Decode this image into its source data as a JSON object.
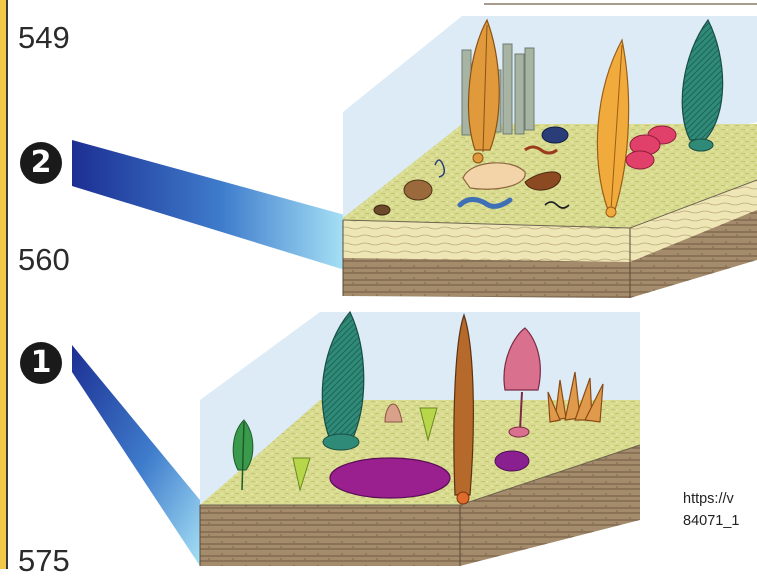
{
  "timeline": {
    "ages": [
      "549",
      "560",
      "575"
    ],
    "bar_color": "#f2c84a"
  },
  "markers": {
    "stage2": "2",
    "stage1": "1"
  },
  "source": {
    "url_line1": "https://v",
    "url_line2": "84071_1"
  },
  "colors": {
    "water": "#dcebf6",
    "seafloor": "#dcdc8a",
    "sediment_top": "#ece4b0",
    "rock": "#9c8466",
    "rock_dark": "#7d654a",
    "connector_dark": "#1c2f93",
    "connector_light": "#8fd7f2"
  }
}
